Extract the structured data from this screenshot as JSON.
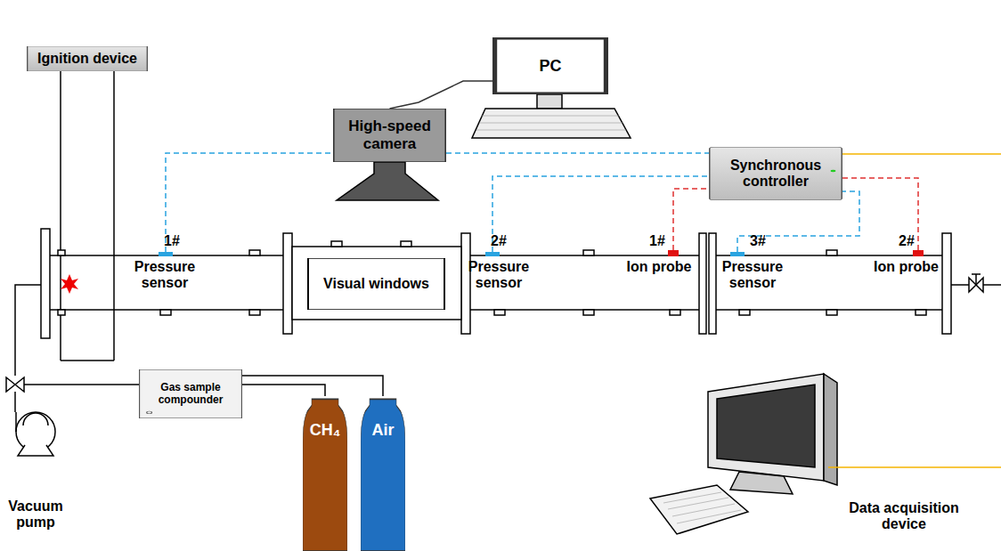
{
  "diagram": {
    "nodes": [
      {
        "text": [
          "Ignition device"
        ]
      },
      {
        "text": [
          "PC"
        ]
      },
      {
        "text": [
          "High-speed camera"
        ]
      },
      {
        "text": [
          "Synchronous controller"
        ]
      },
      {
        "text": [
          "Visual windows"
        ]
      },
      {
        "text": [
          "Gas sample compounder"
        ]
      },
      {
        "text": [
          "CH₄"
        ]
      },
      {
        "text": [
          "Air"
        ]
      }
    ],
    "edges": [
      {
        "from": 1,
        "to": 2,
        "arrow": "none"
      },
      {
        "from": 2,
        "to": 3,
        "arrow": "none"
      },
      {
        "from": 5,
        "to": 6,
        "arrow": "none"
      },
      {
        "from": 5,
        "to": 7,
        "arrow": "none"
      }
    ],
    "labels": [
      "1#",
      "Pressure sensor",
      "2#",
      "Pressure sensor",
      "1#",
      "Ion probe",
      "3#",
      "Pressure sensor",
      "2#",
      "Ion probe",
      "Vacuum pump",
      "Data acquisition device"
    ]
  }
}
